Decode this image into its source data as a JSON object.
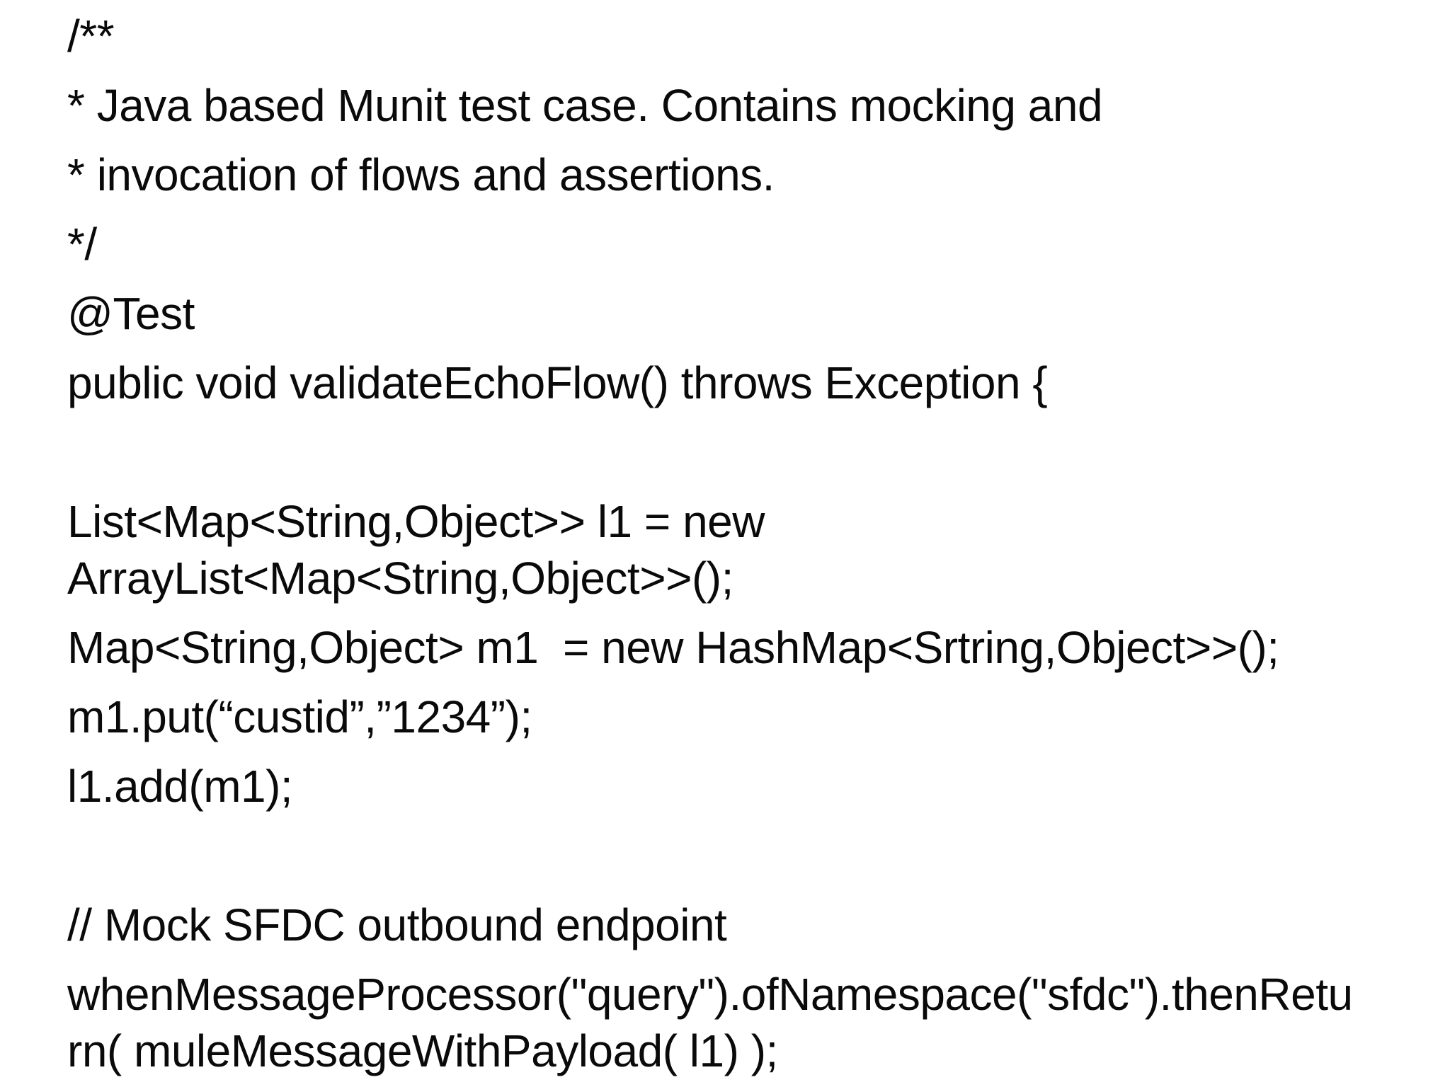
{
  "page": {
    "background_color": "#ffffff",
    "text_color": "#0a0a0a"
  },
  "code": {
    "language": "java",
    "description": "Java based MUnit test case snippet",
    "lines": [
      "/**",
      "* Java based Munit test case. Contains mocking and",
      "* invocation of flows and assertions.",
      "*/",
      "@Test",
      "public void validateEchoFlow() throws Exception {",
      "",
      "List<Map<String,Object>> l1 = new",
      "ArrayList<Map<String,Object>>();",
      "Map<String,Object> m1  = new HashMap<Srtring,Object>>();",
      "m1.put(“custid”,”1234”);",
      "l1.add(m1);",
      "",
      "// Mock SFDC outbound endpoint",
      "whenMessageProcessor(\"query\").ofNamespace(\"sfdc\").thenRetu",
      "rn( muleMessageWithPayload( l1) );"
    ]
  }
}
